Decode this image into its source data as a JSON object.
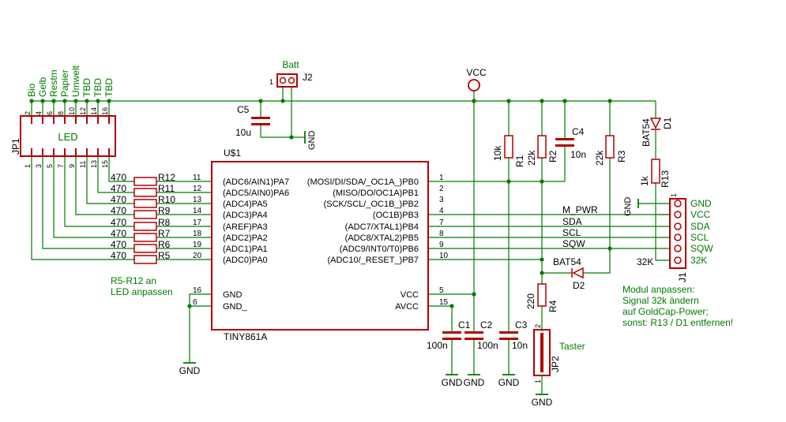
{
  "colors": {
    "wire": "#007a00",
    "part": "#b20000",
    "text": "#000000",
    "label": "#007a00",
    "bg": "#ffffff"
  },
  "chip": {
    "name": "U$1",
    "value": "TINY861A",
    "left_pins": [
      {
        "num": "11",
        "label": "(ADC6/AIN1)PA7"
      },
      {
        "num": "12",
        "label": "(ADC5/AIN0)PA6"
      },
      {
        "num": "13",
        "label": "(ADC4)PA5"
      },
      {
        "num": "14",
        "label": "(ADC3)PA4"
      },
      {
        "num": "17",
        "label": "(AREF)PA3"
      },
      {
        "num": "18",
        "label": "(ADC2)PA2"
      },
      {
        "num": "19",
        "label": "(ADC1)PA1"
      },
      {
        "num": "20",
        "label": "(ADC0)PA0"
      }
    ],
    "left_power": [
      {
        "num": "16",
        "label": "GND"
      },
      {
        "num": "6",
        "label": "GND_"
      }
    ],
    "right_pins": [
      {
        "num": "1",
        "label": "(MOSI/DI/SDA/_OC1A_)PB0"
      },
      {
        "num": "2",
        "label": "(MISO/DO/OC1A)PB1"
      },
      {
        "num": "3",
        "label": "(SCK/SCL/_OC1B_)PB2"
      },
      {
        "num": "4",
        "label": "(OC1B)PB3"
      },
      {
        "num": "7",
        "label": "(ADC7/XTAL1)PB4"
      },
      {
        "num": "8",
        "label": "(ADC8/XTAL2)PB5"
      },
      {
        "num": "9",
        "label": "(ADC9/INT0/T0)PB6"
      },
      {
        "num": "10",
        "label": "(ADC10/_RESET_)PB7"
      }
    ],
    "right_power": [
      {
        "num": "5",
        "label": "VCC"
      },
      {
        "num": "15",
        "label": "AVCC"
      }
    ]
  },
  "led_header": {
    "name": "JP1",
    "label": "LED",
    "top_pins": [
      "2",
      "4",
      "6",
      "8",
      "10",
      "12",
      "14",
      "16"
    ],
    "bottom_pins": [
      "1",
      "3",
      "5",
      "7",
      "9",
      "11",
      "13",
      "15"
    ],
    "signals": [
      "Bio",
      "Gelb",
      "Restm",
      "Papier",
      "Umwelt",
      "TBD",
      "TBD",
      "TBD"
    ]
  },
  "led_resistors": [
    {
      "name": "R12",
      "value": "470"
    },
    {
      "name": "R11",
      "value": "470"
    },
    {
      "name": "R10",
      "value": "470"
    },
    {
      "name": "R9",
      "value": "470"
    },
    {
      "name": "R8",
      "value": "470"
    },
    {
      "name": "R7",
      "value": "470"
    },
    {
      "name": "R6",
      "value": "470"
    },
    {
      "name": "R5",
      "value": "470"
    }
  ],
  "led_note": [
    "R5-R12 an",
    "LED anpassen"
  ],
  "batt": {
    "title": "Batt",
    "name": "J2",
    "pin1": "1"
  },
  "c5": {
    "name": "C5",
    "value": "10u"
  },
  "c4": {
    "name": "C4",
    "value": "10n"
  },
  "c1": {
    "name": "C1",
    "value": "100n"
  },
  "c2": {
    "name": "C2",
    "value": "100n"
  },
  "c3": {
    "name": "C3",
    "value": "10n"
  },
  "r1": {
    "name": "R1",
    "value": "10k"
  },
  "r2": {
    "name": "R2",
    "value": "22k"
  },
  "r3": {
    "name": "R3",
    "value": "22k"
  },
  "r4": {
    "name": "R4",
    "value": "220"
  },
  "r13": {
    "name": "R13",
    "value": "1k"
  },
  "d1": {
    "name": "D1",
    "value": "BAT54"
  },
  "d2": {
    "name": "D2",
    "value": "BAT54"
  },
  "vcc_label": "VCC",
  "gnd": "GND",
  "nets": {
    "m_pwr": "M_PWR",
    "sda": "SDA",
    "scl": "SCL",
    "sqw": "SQW",
    "k32": "32K"
  },
  "j1": {
    "name": "J1",
    "pin1": "1",
    "labels": [
      "GND",
      "VCC",
      "SDA",
      "SCL",
      "SQW",
      "32K"
    ]
  },
  "taster": {
    "title": "Taster",
    "name": "JP2",
    "pin1": "1",
    "pin2": "2"
  },
  "module_note": [
    "Modul anpassen:",
    "Signal 32k ändern",
    "auf GoldCap-Power;",
    "sonst: R13 / D1 entfernen!"
  ]
}
